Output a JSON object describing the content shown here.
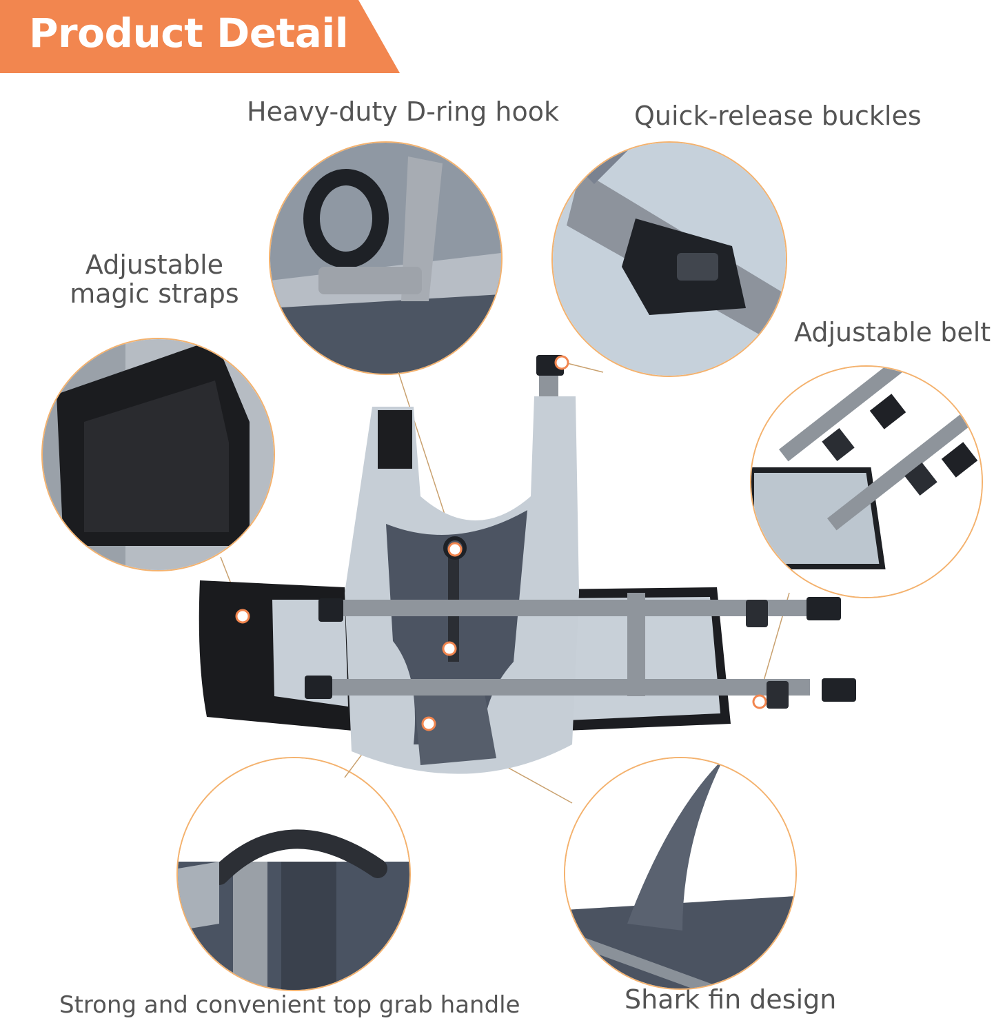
{
  "banner": {
    "title": "Product Detail"
  },
  "features": {
    "d_ring": "Heavy-duty D-ring hook",
    "buckles": "Quick-release buckles",
    "straps": "Adjustable\nmagic straps",
    "belt": "Adjustable belt",
    "handle": "Strong and convenient top grab handle",
    "fin": "Shark fin design"
  },
  "colors": {
    "accent": "#f2864f",
    "callout_ring": "#f4b26e",
    "vest_light": "#c9d1d9",
    "vest_dark": "#4a5260",
    "strap": "#8a8f96"
  }
}
